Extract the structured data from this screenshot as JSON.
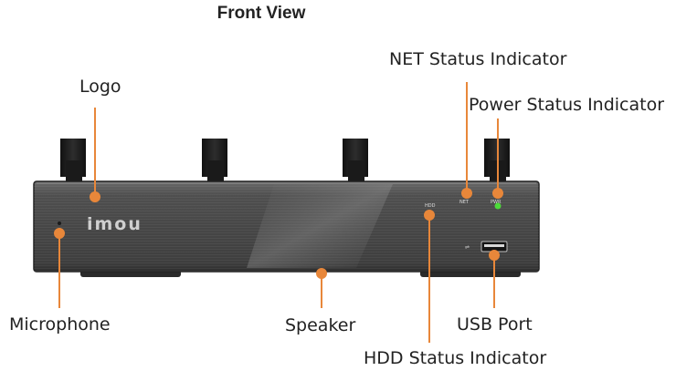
{
  "title": "Front View",
  "device": {
    "logo_text": "imou",
    "hdd_mark": "HDD",
    "net_mark": "NET",
    "pwr_mark": "PWR"
  },
  "callouts": {
    "logo": "Logo",
    "net_status": "NET Status Indicator",
    "power_status": "Power Status Indicator",
    "microphone": "Microphone",
    "speaker": "Speaker",
    "usb_port": "USB Port",
    "hdd_status": "HDD Status Indicator"
  },
  "colors": {
    "callout": "#E8873A",
    "power_led": "#4DDB3A",
    "body": "#4a4a4a",
    "antenna": "#1c1c1c"
  }
}
